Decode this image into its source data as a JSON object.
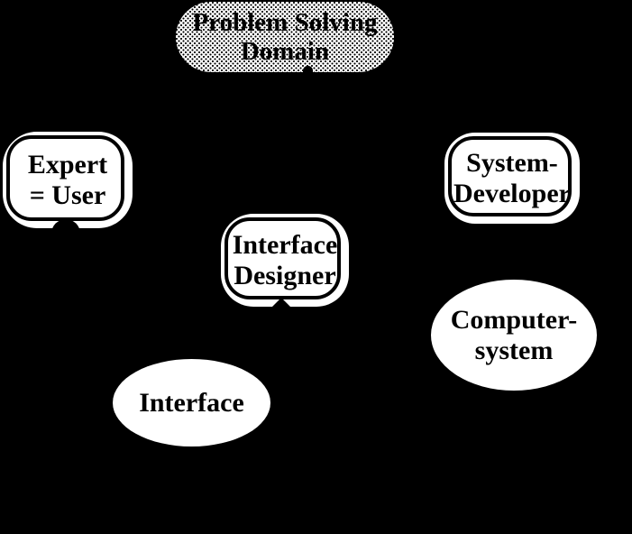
{
  "colors": {
    "background": "#000000",
    "node_fill": "#ffffff",
    "ink": "#000000"
  },
  "diagram": {
    "description": "communication roles diagram"
  },
  "nodes": [
    {
      "id": "problem-solving-domain",
      "shape": "stadium-stippled",
      "lines": [
        "Problem Solving",
        "Domain"
      ]
    },
    {
      "id": "expert-user",
      "shape": "rounded-rect-double-border",
      "lines": [
        "Expert",
        "= User"
      ]
    },
    {
      "id": "system-developer",
      "shape": "rounded-rect-double-border",
      "lines": [
        "System-",
        "Developer"
      ]
    },
    {
      "id": "interface-designer",
      "shape": "rounded-rect-double-border",
      "lines": [
        "Interface",
        "Designer"
      ]
    },
    {
      "id": "computer-system",
      "shape": "ellipse",
      "lines": [
        "Computer-",
        "system"
      ]
    },
    {
      "id": "interface",
      "shape": "ellipse",
      "lines": [
        "Interface"
      ]
    }
  ]
}
